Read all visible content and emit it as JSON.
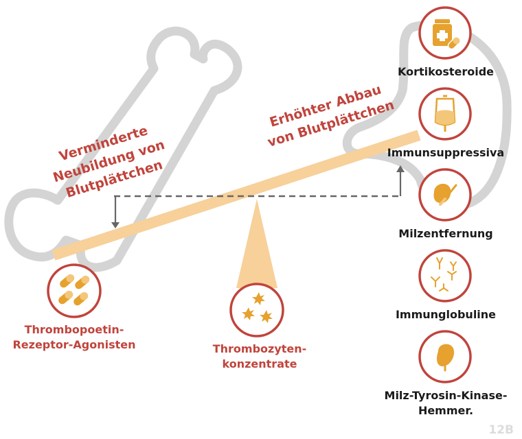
{
  "left_text": [
    "Verminderte",
    "Neubildung von",
    "Blutplättchen"
  ],
  "right_text": [
    "Erhöhter Abbau",
    "von Blutplättchen"
  ],
  "left_treatment": {
    "label": [
      "Thrombopoetin-",
      "Rezeptor-Agonisten"
    ],
    "icon": "capsules-icon"
  },
  "center_treatment": {
    "label": [
      "Thrombozyten-",
      "konzentrate"
    ],
    "icon": "platelets-icon"
  },
  "right_treatments": [
    {
      "label": [
        "Kortikosteroide"
      ],
      "icon": "medicine-bottle-icon"
    },
    {
      "label": [
        "Immunsuppressiva"
      ],
      "icon": "infusion-bag-icon"
    },
    {
      "label": [
        "Milzentfernung"
      ],
      "icon": "spleen-scalpel-icon"
    },
    {
      "label": [
        "Immunglobuline"
      ],
      "icon": "antibodies-icon"
    },
    {
      "label": [
        "Milz-Tyrosin-Kinase-",
        "Hemmer."
      ],
      "icon": "spleen-icon"
    }
  ],
  "corner_tag": "12B",
  "colors": {
    "accent_red": "#c0443c",
    "orange": "#e6a12e",
    "beam": "#f7d09a",
    "outline_gray": "#d4d4d4",
    "dash": "#666666"
  }
}
